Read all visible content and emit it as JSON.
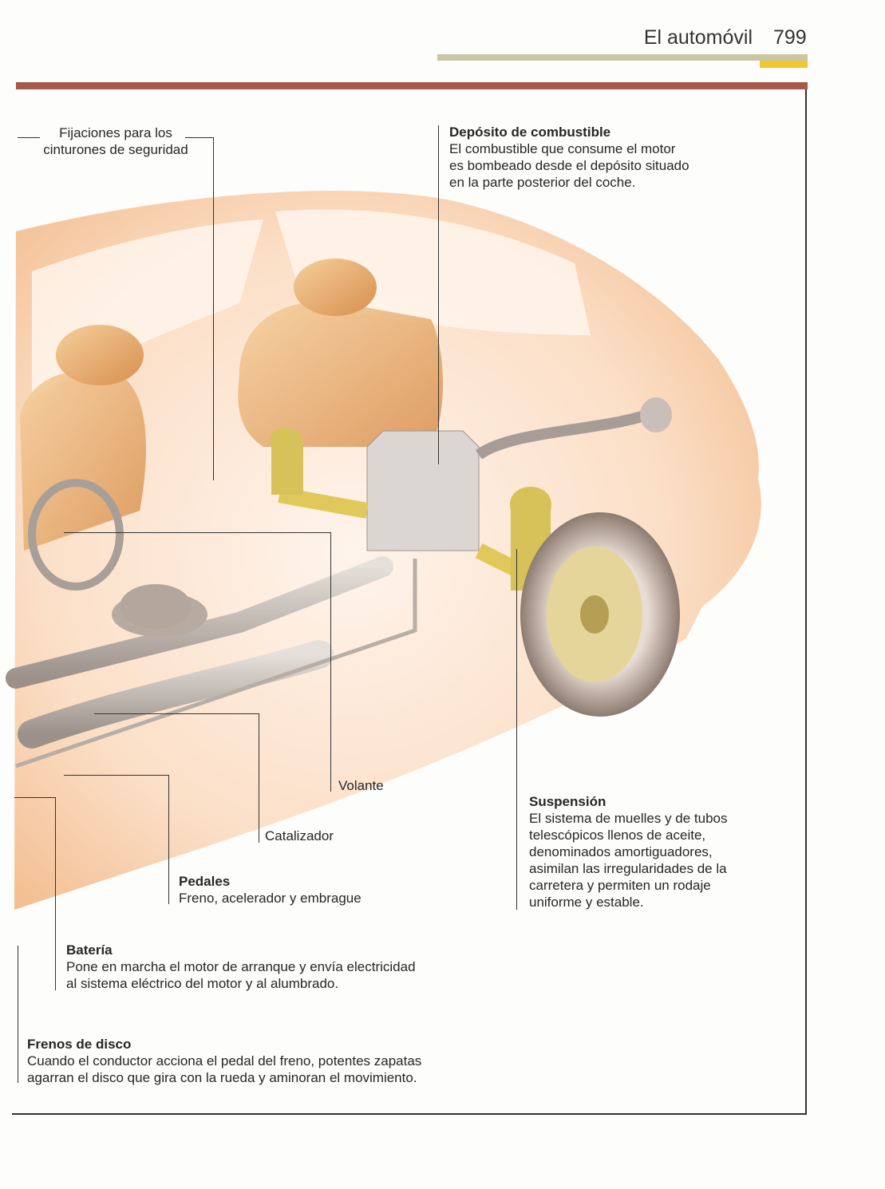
{
  "header": {
    "title": "El automóvil",
    "page_number": "799"
  },
  "colors": {
    "olive_bar": "#c9c7a3",
    "yellow_bar": "#f2c72e",
    "red_bar": "#a65a47",
    "car_body": "#f6c9a0"
  },
  "labels": {
    "seatbelt": {
      "text": "Fijaciones para los cinturones de seguridad",
      "line1": "Fijaciones para los",
      "line2": "cinturones de seguridad"
    },
    "fuel_tank": {
      "title": "Depósito de combustible",
      "lines": [
        "El combustible que consume el motor",
        "es bombeado desde el depósito situado",
        "en la parte posterior del coche."
      ]
    },
    "steering_wheel": {
      "title": "Volante"
    },
    "catalyst": {
      "title": "Catalizador"
    },
    "pedals": {
      "title": "Pedales",
      "text": "Freno, acelerador y embrague"
    },
    "suspension": {
      "title": "Suspensión",
      "lines": [
        "El sistema de muelles y de tubos",
        "telescópicos llenos de aceite,",
        "denominados amortiguadores,",
        "asimilan las irregularidades de la",
        "carretera y permiten un rodaje",
        "uniforme y estable."
      ]
    },
    "battery": {
      "title": "Batería",
      "lines": [
        "Pone en marcha el motor de arranque y envía electricidad",
        "al sistema eléctrico del motor y al alumbrado."
      ]
    },
    "disc_brakes": {
      "title": "Frenos de disco",
      "lines": [
        "Cuando el conductor acciona el pedal del freno, potentes zapatas",
        "agarran el disco que gira con la rueda y aminoran el movimiento."
      ]
    }
  }
}
